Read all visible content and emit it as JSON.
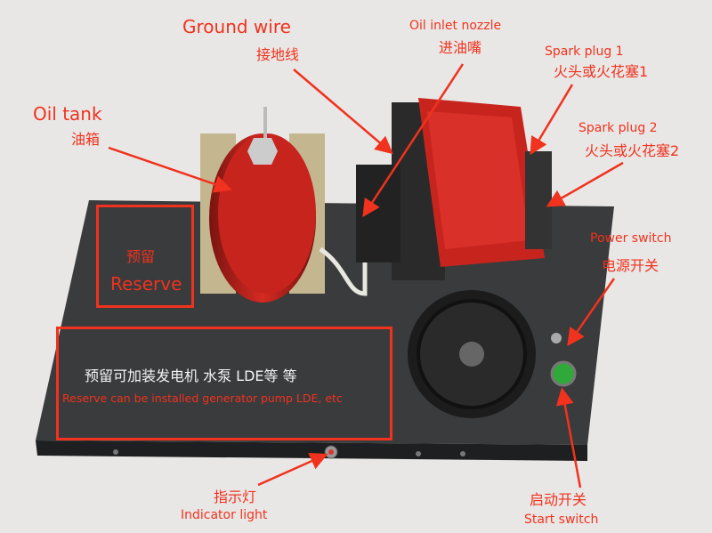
{
  "labels": {
    "ground_wire": {
      "en": "Ground wire",
      "zh": "接地线"
    },
    "oil_tank": {
      "en": "Oil tank",
      "zh": "油箱"
    },
    "oil_inlet": {
      "en": "Oil inlet nozzle",
      "zh": "进油嘴"
    },
    "spark_plug_1": {
      "en": "Spark plug 1",
      "zh": "火头或火花塞1"
    },
    "spark_plug_2": {
      "en": "Spark plug 2",
      "zh": "火头或火花塞2"
    },
    "power_switch": {
      "en": "Power switch",
      "zh": "电源开关"
    },
    "start_switch": {
      "zh": "启动开关",
      "en": "Start switch"
    },
    "indicator_light": {
      "zh": "指示灯",
      "en": "Indicator light"
    },
    "reserve": {
      "zh": "预留",
      "en": "Reserve"
    },
    "reserve_note": {
      "zh": "预留可加装发电机 水泵 LDE等 等",
      "en": "Reserve can be installed generator pump LDE, etc"
    }
  },
  "colors": {
    "annotation": "#f0321e",
    "engine": "#c0201c",
    "plate": "#3a3b3c",
    "start_button": "#2faa3a",
    "background": "#e9e7e5"
  }
}
